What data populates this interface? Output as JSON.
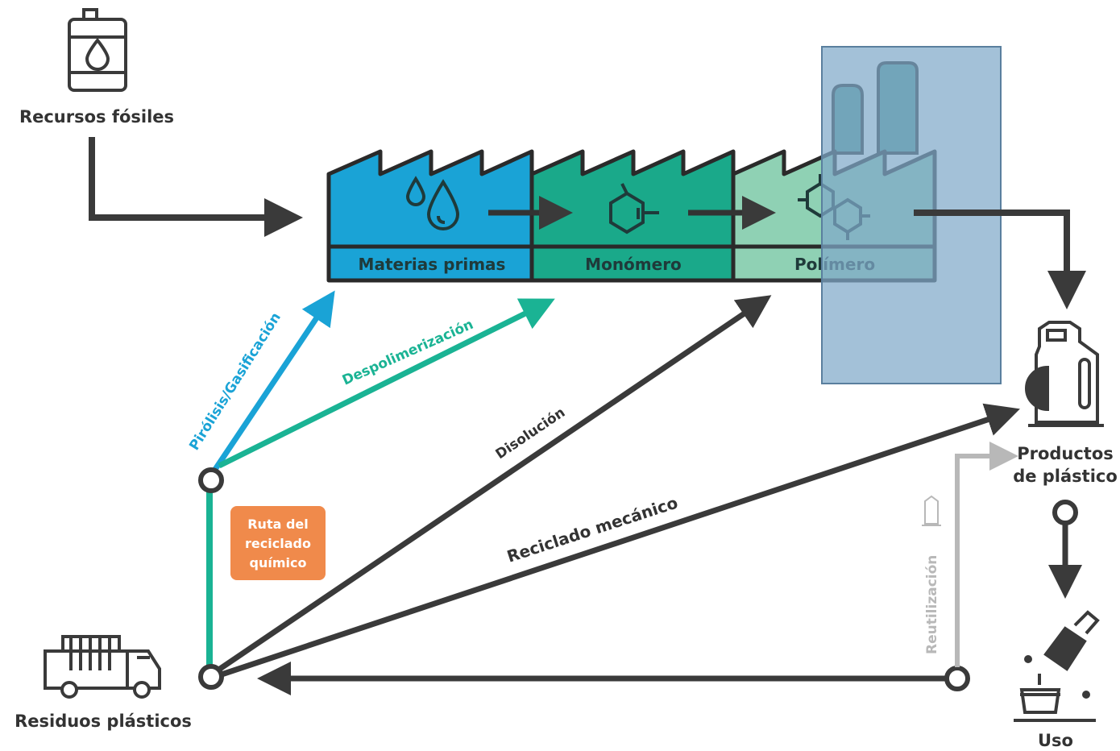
{
  "nodes": {
    "fossil": "Recursos fósiles",
    "waste": "Residuos plásticos",
    "products_line1": "Productos",
    "products_line2": "de plástico",
    "use": "Uso"
  },
  "stages": {
    "raw_materials": "Materias primas",
    "monomer": "Monómero",
    "polymer": "Polímero"
  },
  "routes": {
    "pyrolysis": "Pirólisis/Gasificación",
    "depolymerization": "Despolimerización",
    "dissolution": "Disolución",
    "mechanical": "Reciclado mecánico",
    "reuse": "Reutilización"
  },
  "chemical_route_box": {
    "line1": "Ruta del",
    "line2": "reciclado",
    "line3": "químico"
  },
  "colors": {
    "raw_materials": "#1aa3d6",
    "monomer": "#1aa98a",
    "polymer": "#8fd1b4",
    "highlight": "#7fa9c9",
    "dark": "#3a3a3a",
    "pyrolysis": "#1aa3d6",
    "depolymerization": "#1ab394",
    "chemical_box": "#f08a4b",
    "reuse": "#b8b8b8"
  }
}
